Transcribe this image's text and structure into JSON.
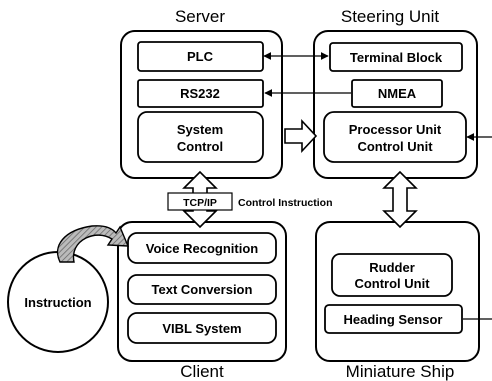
{
  "server": {
    "title": "Server",
    "plc": "PLC",
    "rs232": "RS232",
    "system_control_line1": "System",
    "system_control_line2": "Control"
  },
  "steering_unit": {
    "title": "Steering Unit",
    "terminal_block": "Terminal Block",
    "nmea": "NMEA",
    "processor_line1": "Processor Unit",
    "processor_line2": "Control Unit"
  },
  "client": {
    "title": "Client",
    "voice_recognition": "Voice Recognition",
    "text_conversion": "Text Conversion",
    "vibl_system": "VIBL System"
  },
  "miniature_ship": {
    "title": "Miniature Ship",
    "rudder_line1": "Rudder",
    "rudder_line2": "Control Unit",
    "heading_sensor": "Heading Sensor"
  },
  "links": {
    "tcpip": "TCP/IP",
    "control_instruction": "Control Instruction"
  },
  "instruction": "Instruction",
  "colors": {
    "stroke": "#000000",
    "hatch": "#999999",
    "background": "#ffffff"
  }
}
